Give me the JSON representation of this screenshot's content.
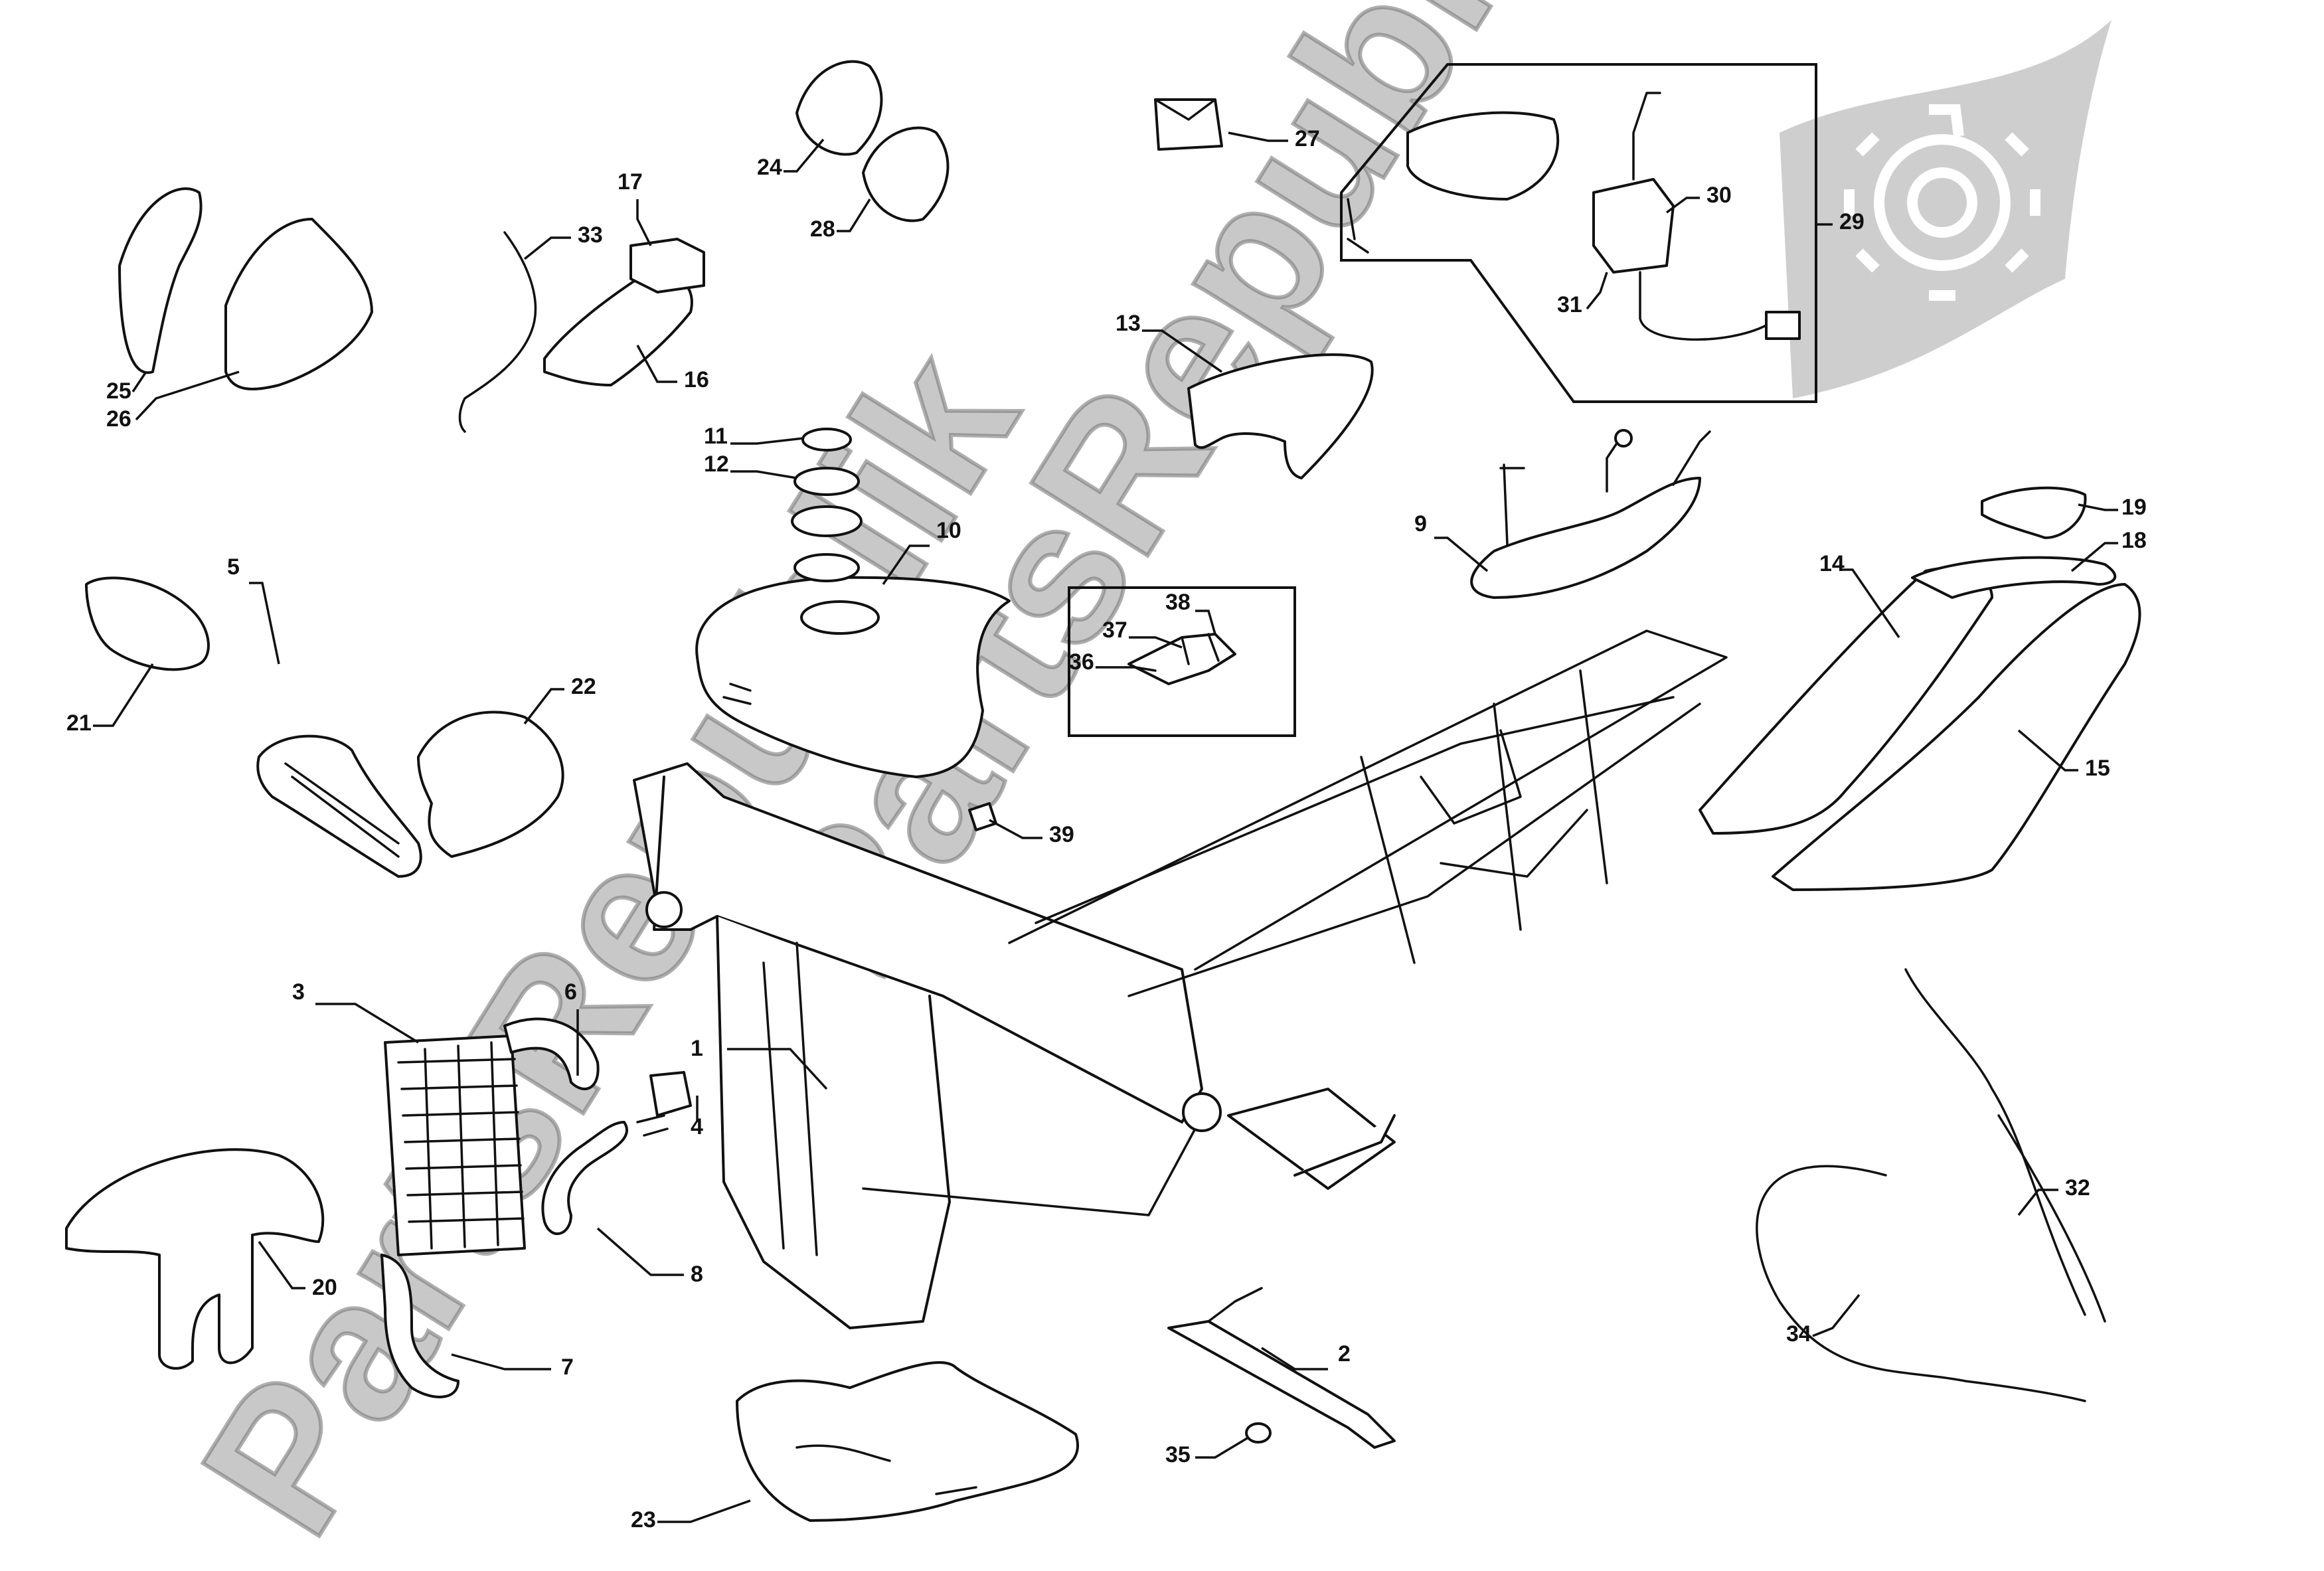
{
  "watermark": {
    "text": "PartsRepublik",
    "icon": "gear-flag-icon",
    "color": "#9a9a9a"
  },
  "callouts": [
    "1",
    "2",
    "3",
    "4",
    "5",
    "6",
    "7",
    "8",
    "9",
    "10",
    "11",
    "12",
    "13",
    "14",
    "15",
    "16",
    "17",
    "18",
    "19",
    "20",
    "21",
    "22",
    "23",
    "24",
    "25",
    "26",
    "27",
    "28",
    "29",
    "30",
    "31",
    "32",
    "33",
    "34",
    "35",
    "36",
    "37",
    "38",
    "39"
  ],
  "groups": {
    "ignition_lock_set": "29",
    "fuel_pump_set": "36-38"
  }
}
